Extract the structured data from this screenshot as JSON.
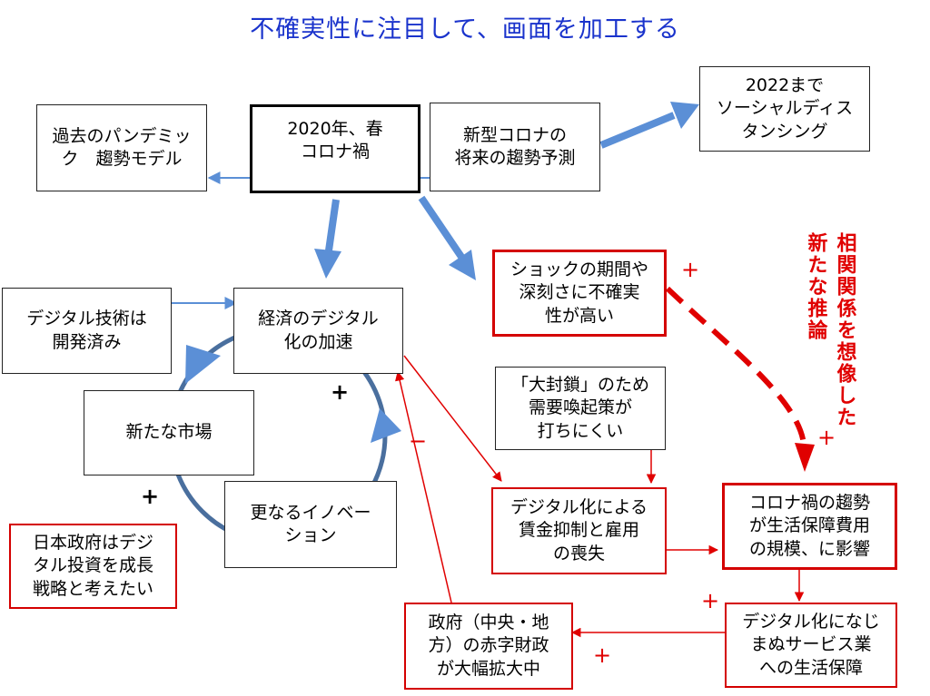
{
  "title": "不確実性に注目して、画面を加工する",
  "boxes": {
    "past_model": "過去のパンデミッ\nク　趨勢モデル",
    "covid_2020": "2020年、春\nコロナ禍",
    "future_forecast": "新型コロナの\n将来の趨勢予測",
    "distancing_2022": "2022まで\nソーシャルディス\nタンシング",
    "shock_uncertain": "ショックの期間や\n深刻さに不確実\n性が高い",
    "digital_developed": "デジタル技術は\n開発済み",
    "digital_accel": "経済のデジタル\n化の加速",
    "new_market": "新たな市場",
    "further_innovation": "更なるイノベー\nション",
    "japan_gov": "日本政府はデジ\nタル投資を成長\n戦略と考えたい",
    "lockdown": "「大封鎖」のため\n需要喚起策が\n打ちにくい",
    "wage_suppression": "デジタル化による\n賃金抑制と雇用\nの喪失",
    "covid_trend_impact": "コロナ禍の趨勢\nが生活保障費用\nの規模、に影響",
    "gov_deficit": "政府（中央・地\n方）の赤字財政\nが大幅拡大中",
    "digital_unfit": "デジタル化になじ\nまぬサービス業\nへの生活保障"
  },
  "vertical_labels": {
    "right_col": "相関関係を想像した",
    "left_col": "新たな推論"
  },
  "signs": {
    "plus": "+",
    "minus": "−"
  },
  "colors": {
    "title_blue": "#1a33cc",
    "arrow_blue": "#5b8fd6",
    "cycle_blue": "#4a6f9e",
    "red": "#e00000"
  }
}
